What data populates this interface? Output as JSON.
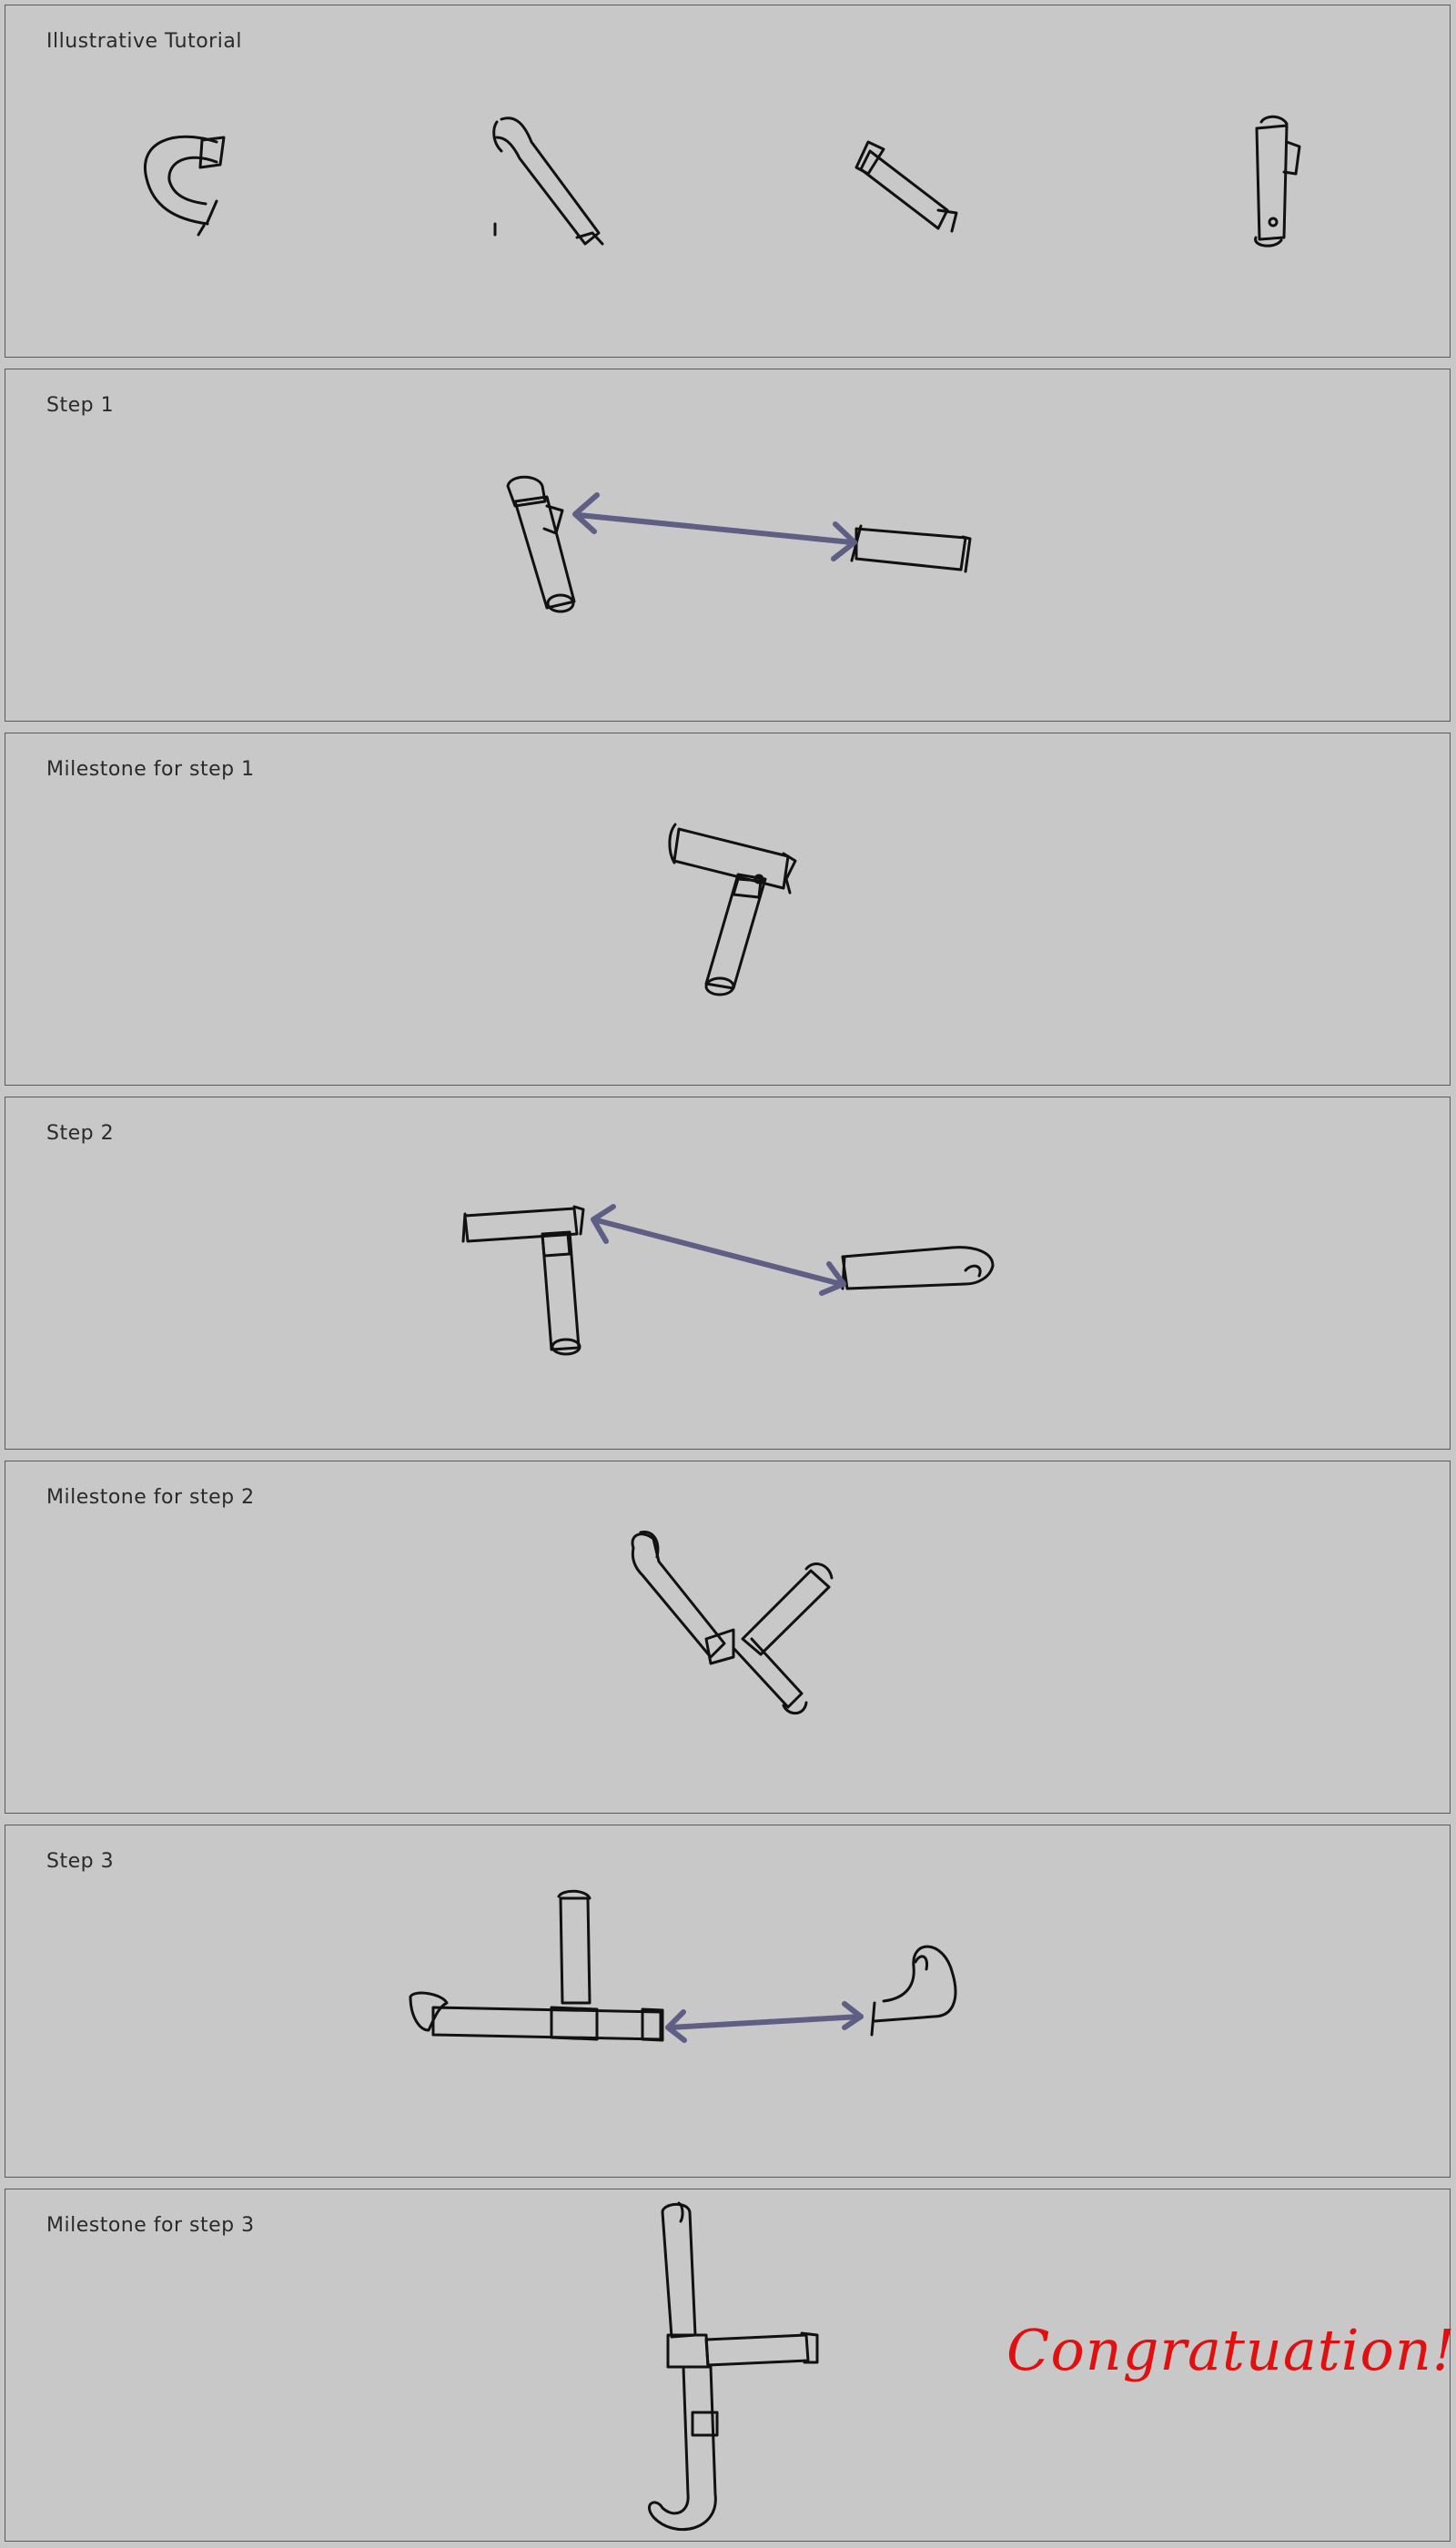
{
  "panels": [
    {
      "title": "Illustrative Tutorial"
    },
    {
      "title": "Step 1"
    },
    {
      "title": "Milestone for step 1"
    },
    {
      "title": "Step 2"
    },
    {
      "title": "Milestone for step 2"
    },
    {
      "title": "Step 3"
    },
    {
      "title": "Milestone for step 3"
    }
  ],
  "congrats_text": "Congratuation!",
  "colors": {
    "background": "#c8c8c8",
    "arrow": "#5f5f86",
    "congrats": "#e01010",
    "line": "#111111"
  }
}
